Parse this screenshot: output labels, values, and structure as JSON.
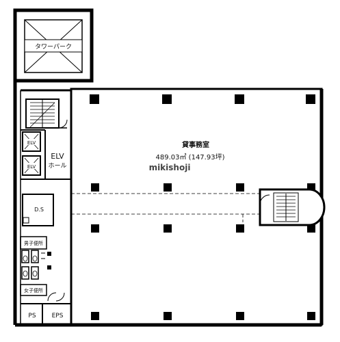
{
  "labels": {
    "tower_parking": "タワーパーク",
    "office_title": "貸事務室",
    "office_area": "489.03㎡ (147.93坪)",
    "watermark": "mikishoji",
    "elv_hall_en": "ELV",
    "elv_hall_jp": "ホール",
    "elv_car_1": "ELV",
    "elv_car_2": "ELV",
    "ds": "D.S",
    "mens_toilet": "男子便所",
    "womens_toilet": "女子便所",
    "ps": "PS",
    "eps": "EPS"
  }
}
